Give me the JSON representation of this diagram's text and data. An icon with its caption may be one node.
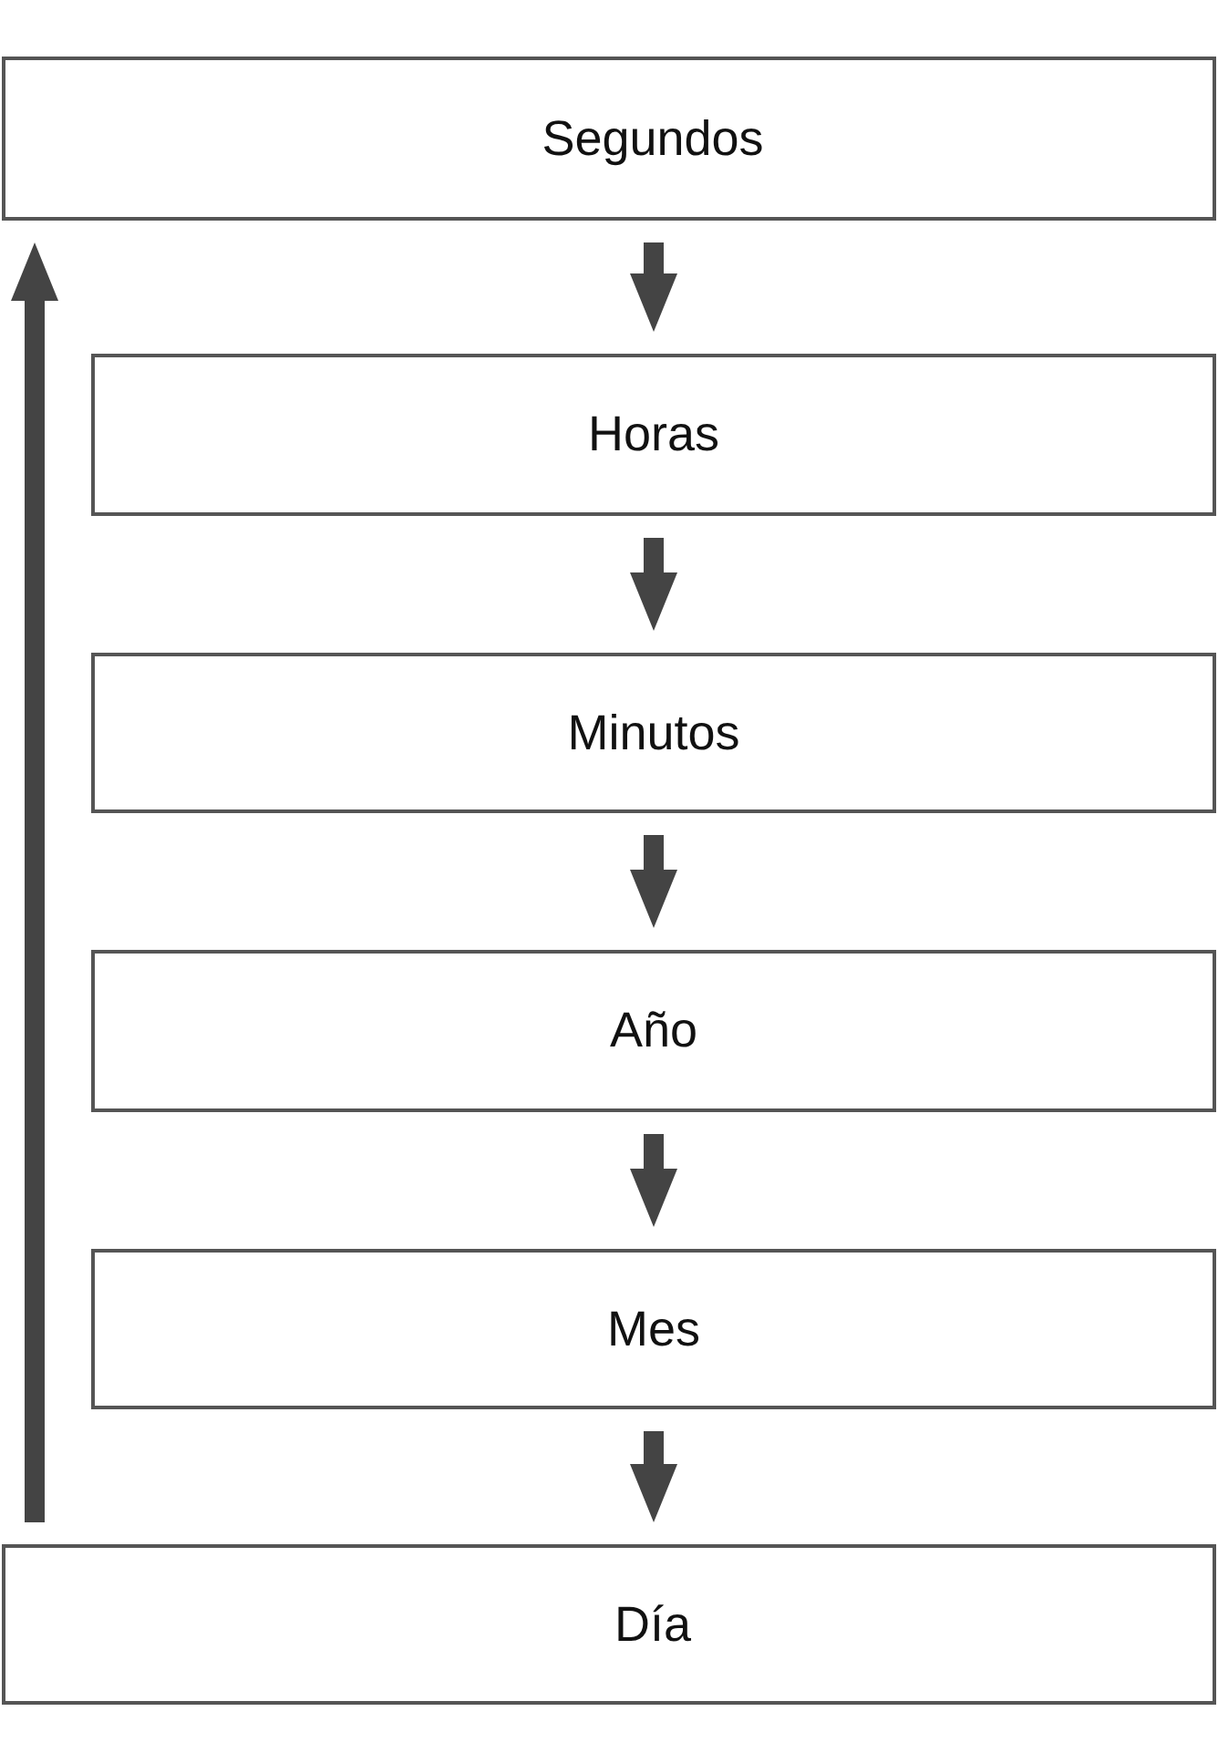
{
  "diagram": {
    "nodes": [
      {
        "text": [
          "Segundos"
        ]
      },
      {
        "text": [
          "Horas"
        ]
      },
      {
        "text": [
          "Minutos"
        ]
      },
      {
        "text": [
          "Año"
        ]
      },
      {
        "text": [
          "Mes"
        ]
      },
      {
        "text": [
          "Día"
        ]
      }
    ],
    "edges": [
      {
        "from": 0,
        "to": 1,
        "arrow": "to"
      },
      {
        "from": 1,
        "to": 2,
        "arrow": "to"
      },
      {
        "from": 2,
        "to": 3,
        "arrow": "to"
      },
      {
        "from": 3,
        "to": 4,
        "arrow": "to"
      },
      {
        "from": 4,
        "to": 5,
        "arrow": "to"
      },
      {
        "from": 5,
        "to": 0,
        "arrow": "to"
      }
    ]
  }
}
